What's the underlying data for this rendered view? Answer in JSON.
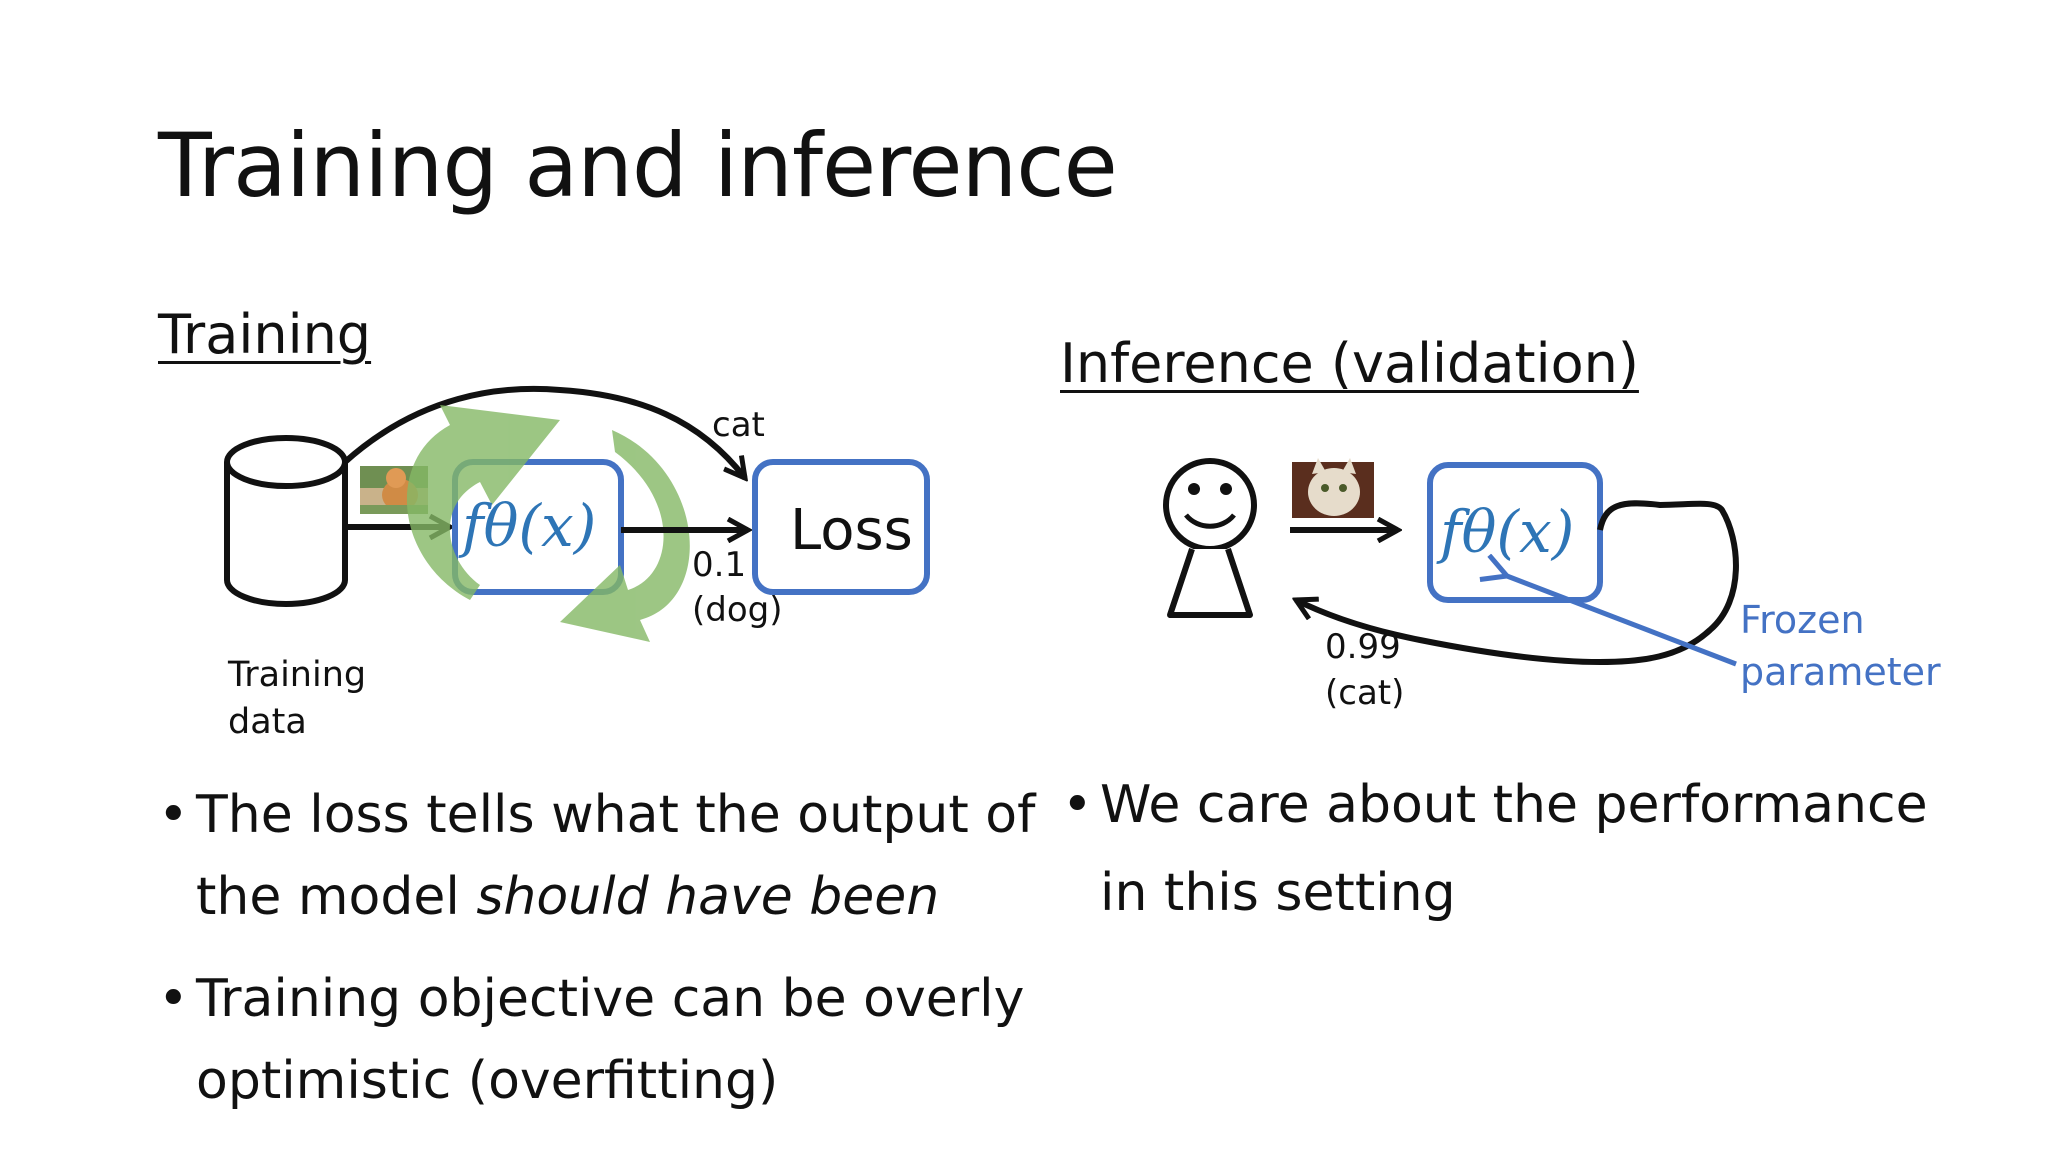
{
  "slide": {
    "title": "Training and inference",
    "training": {
      "heading": "Training",
      "data_label_line1": "Training",
      "data_label_line2": "data",
      "model_label": "fθ(x)",
      "loss_label": "Loss",
      "target_label": "cat",
      "pred_value": "0.1",
      "pred_class": "(dog)",
      "bullets": [
        {
          "line1": "The loss tells what the output of",
          "line2_plain": "the model ",
          "line2_italic": "should have been"
        },
        {
          "line1": "Training objective can be overly",
          "line2": "optimistic (overfitting)"
        }
      ]
    },
    "inference": {
      "heading": "Inference (validation)",
      "model_label": "fθ(x)",
      "output_value": "0.99",
      "output_class": "(cat)",
      "frozen_line1": "Frozen",
      "frozen_line2": "parameter",
      "bullets": [
        {
          "line1": "We care about the performance",
          "line2": "in this setting"
        }
      ]
    },
    "colors": {
      "box_blue": "#4472c4",
      "green_arrow": "#70ad47",
      "text": "#111111"
    }
  }
}
